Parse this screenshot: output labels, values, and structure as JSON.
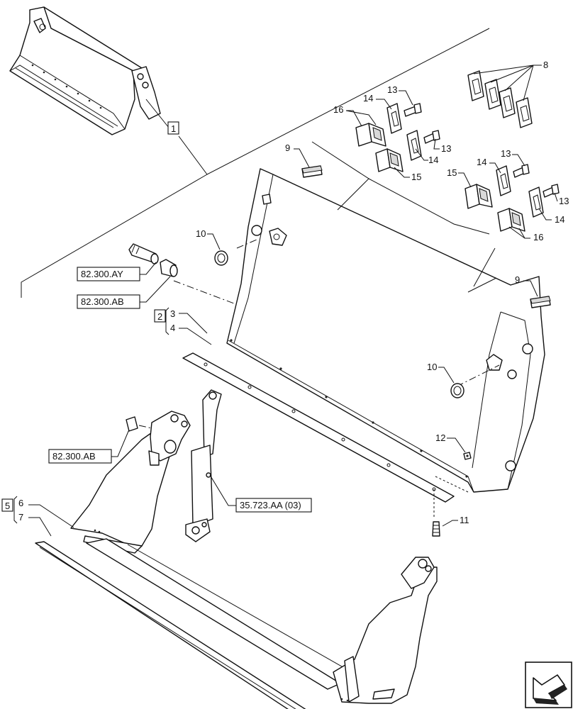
{
  "callouts": {
    "c1": "1",
    "c2": "2",
    "c3": "3",
    "c4": "4",
    "c5": "5",
    "c6": "6",
    "c7": "7",
    "c8": "8",
    "c9a": "9",
    "c9b": "9",
    "c10a": "10",
    "c10b": "10",
    "c11": "11",
    "c12": "12",
    "c13a": "13",
    "c13b": "13",
    "c13c": "13",
    "c13d": "13",
    "c14a": "14",
    "c14b": "14",
    "c14c": "14",
    "c14d": "14",
    "c15a": "15",
    "c15b": "15",
    "c16a": "16",
    "c16b": "16"
  },
  "references": {
    "ref_ay": "82.300.AY",
    "ref_ab1": "82.300.AB",
    "ref_ab2": "82.300.AB",
    "ref_cyl": "35.723.AA (03)"
  },
  "nav": {
    "icon": "next-page-arrow-icon"
  }
}
